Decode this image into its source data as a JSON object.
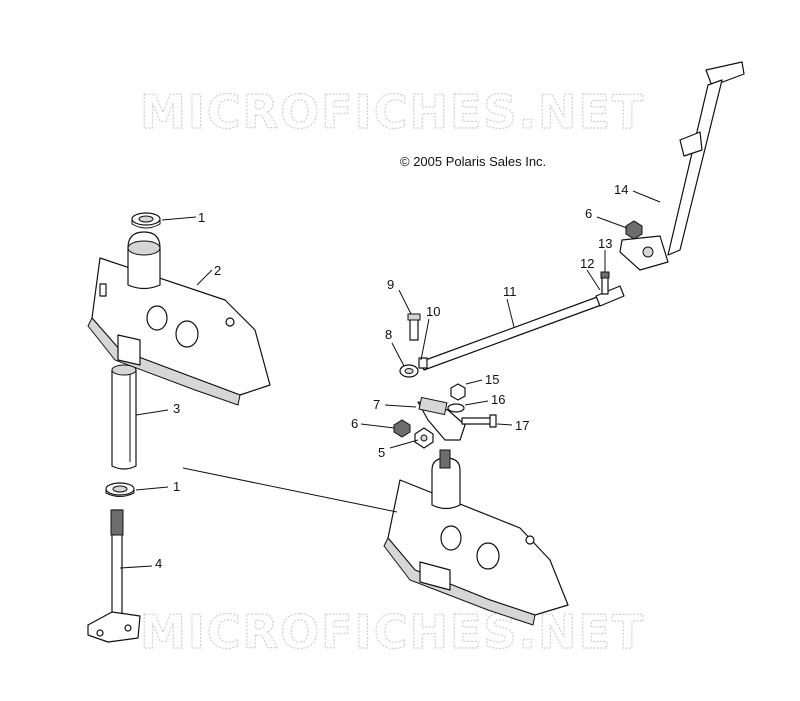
{
  "copyright": "© 2005 Polaris Sales Inc.",
  "watermark": "MICROFICHES.NET",
  "callouts": [
    "1",
    "2",
    "3",
    "1",
    "4",
    "9",
    "10",
    "8",
    "11",
    "12",
    "13",
    "14",
    "6",
    "7",
    "15",
    "16",
    "17",
    "6",
    "5"
  ]
}
